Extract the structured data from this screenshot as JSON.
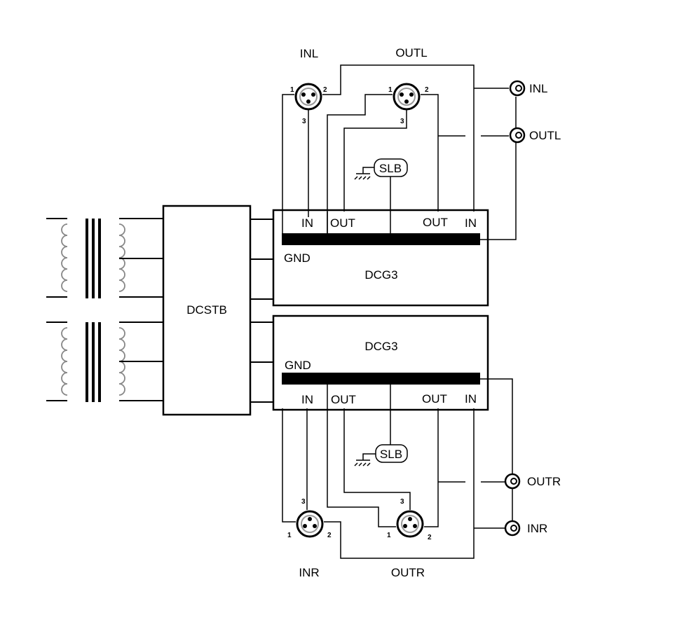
{
  "diagram": {
    "supply_box": "DCSTB",
    "module_left": {
      "title": "DCG3",
      "gnd": "GND",
      "in1": "IN",
      "out1": "OUT",
      "out2": "OUT",
      "in2": "IN",
      "slb": "SLB"
    },
    "module_right": {
      "title": "DCG3",
      "gnd": "GND",
      "in1": "IN",
      "out1": "OUT",
      "out2": "OUT",
      "in2": "IN",
      "slb": "SLB"
    },
    "xlr_top": {
      "in_label": "INL",
      "out_label": "OUTL",
      "pin1": "1",
      "pin2": "2",
      "pin3": "3"
    },
    "xlr_bottom": {
      "in_label": "INR",
      "out_label": "OUTR",
      "pin1": "1",
      "pin2": "2",
      "pin3": "3"
    },
    "rca_top": {
      "in_label": "INL",
      "out_label": "OUTL"
    },
    "rca_bottom": {
      "out_label": "OUTR",
      "in_label": "INR"
    }
  }
}
